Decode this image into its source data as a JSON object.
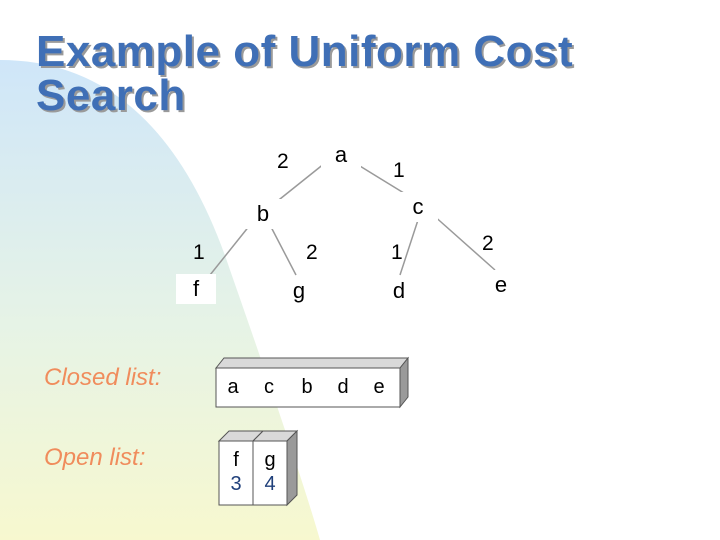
{
  "title": {
    "line1": "Example of Uniform Cost",
    "line2": "Search"
  },
  "tree": {
    "nodes": {
      "a": "a",
      "b": "b",
      "c": "c",
      "f": "f",
      "g": "g",
      "d": "d",
      "e": "e"
    },
    "edge_costs": {
      "a_b": "2",
      "a_c": "1",
      "b_f": "1",
      "b_g": "2",
      "c_d": "1",
      "c_e": "2"
    }
  },
  "lists": {
    "closed_label": "Closed list:",
    "open_label": "Open list:",
    "closed": [
      "a",
      "c",
      "b",
      "d",
      "e"
    ],
    "open": [
      {
        "node": "f",
        "cost": "3"
      },
      {
        "node": "g",
        "cost": "4"
      }
    ]
  },
  "colors": {
    "title": "#3f6fb6",
    "list_label": "#f08c5c",
    "cube_top": "#d9d9d9",
    "cube_side": "#9a9a9a"
  }
}
